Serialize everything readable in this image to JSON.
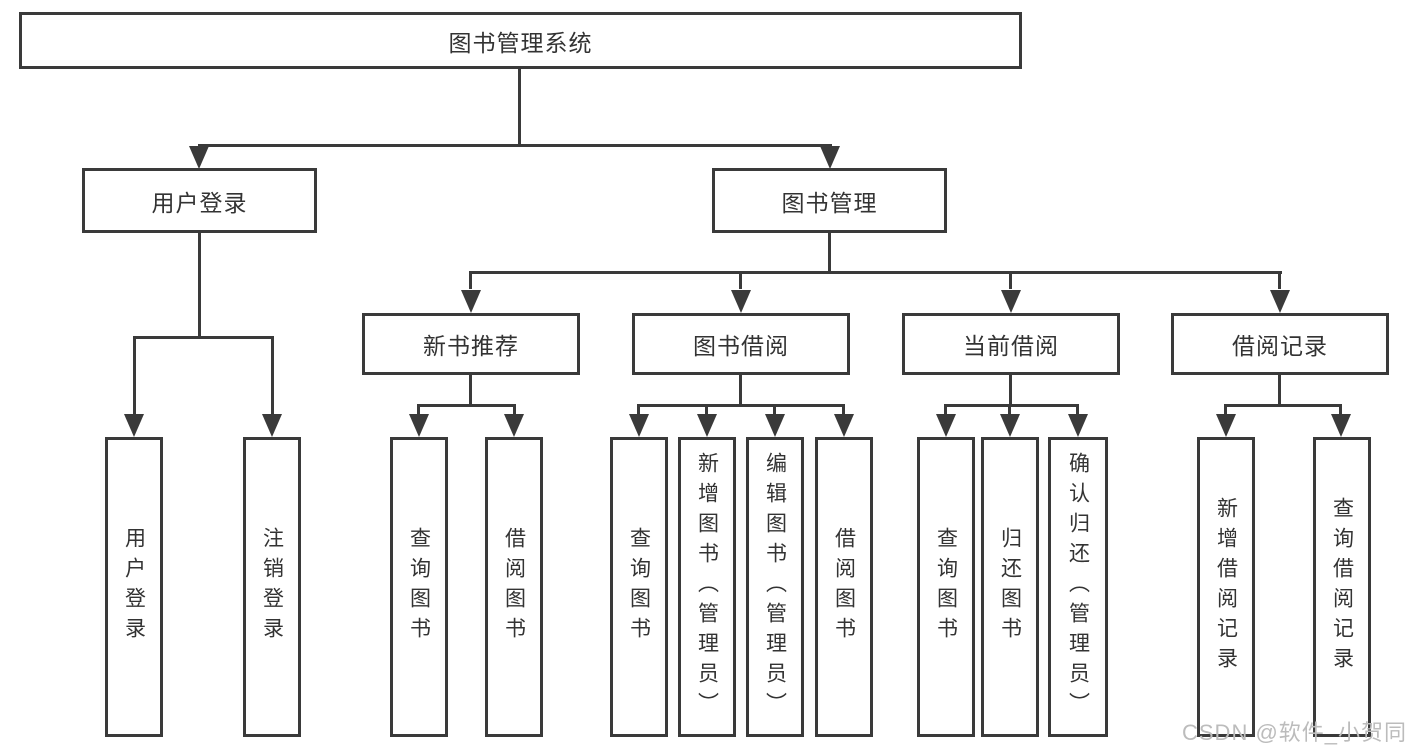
{
  "tree": {
    "root": {
      "label": "图书管理系统"
    },
    "branches": [
      {
        "label": "用户登录",
        "children": [
          {
            "label": "用户登录"
          },
          {
            "label": "注销登录"
          }
        ]
      },
      {
        "label": "图书管理",
        "children": [
          {
            "label": "新书推荐",
            "children": [
              {
                "label": "查询图书"
              },
              {
                "label": "借阅图书"
              }
            ]
          },
          {
            "label": "图书借阅",
            "children": [
              {
                "label": "查询图书"
              },
              {
                "label": "新增图书（管理员）"
              },
              {
                "label": "编辑图书（管理员）"
              },
              {
                "label": "借阅图书"
              }
            ]
          },
          {
            "label": "当前借阅",
            "children": [
              {
                "label": "查询图书"
              },
              {
                "label": "归还图书"
              },
              {
                "label": "确认归还（管理员）"
              }
            ]
          },
          {
            "label": "借阅记录",
            "children": [
              {
                "label": "新增借阅记录"
              },
              {
                "label": "查询借阅记录"
              }
            ]
          }
        ]
      }
    ]
  },
  "watermark": "CSDN @软件_小贺同学",
  "colors": {
    "line": "#3a3a3a",
    "text": "#333333",
    "watermark": "#bcbcbc",
    "background": "#ffffff"
  }
}
